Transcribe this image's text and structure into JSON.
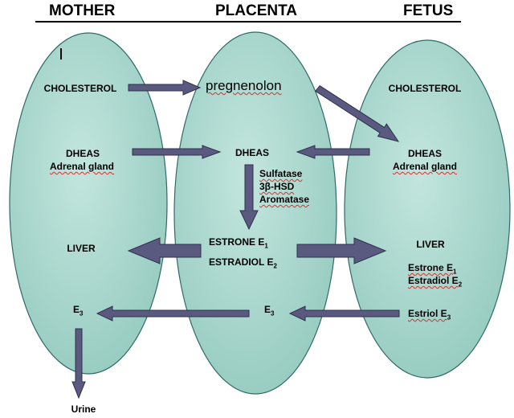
{
  "headers": {
    "mother": "MOTHER",
    "placenta": "PLACENTA",
    "fetus": "FETUS"
  },
  "mother": {
    "cholesterol": "CHOLESTEROL",
    "dheas": "DHEAS",
    "adrenal": "Adrenal gland",
    "liver": "LIVER",
    "e3_base": "E",
    "e3_sub": "3",
    "urine": "Urine"
  },
  "placenta": {
    "pregnenolon": "pregnenolon",
    "dheas": "DHEAS",
    "enzyme1": "Sulfatase",
    "enzyme2": "3β-HSD",
    "enzyme3": "Aromatase",
    "estrone_base": "ESTRONE E",
    "estrone_sub": "1",
    "estradiol_base": "ESTRADIOL E",
    "estradiol_sub": "2",
    "e3_base": "E",
    "e3_sub": "3"
  },
  "fetus": {
    "cholesterol": "CHOLESTEROL",
    "dheas": "DHEAS",
    "adrenal": "Adrenal gland",
    "liver": "LIVER",
    "estrone_base": "Estrone E",
    "estrone_sub": "1",
    "estradiol_base": "Estradiol E",
    "estradiol_sub": "2",
    "estriol_base": "Estriol E",
    "estriol_sub": "3"
  },
  "colors": {
    "ellipse_fill": "#a9d6cc",
    "ellipse_stroke": "#2f6b66",
    "arrow_fill": "#5a5a80",
    "arrow_stroke": "#30304a"
  }
}
